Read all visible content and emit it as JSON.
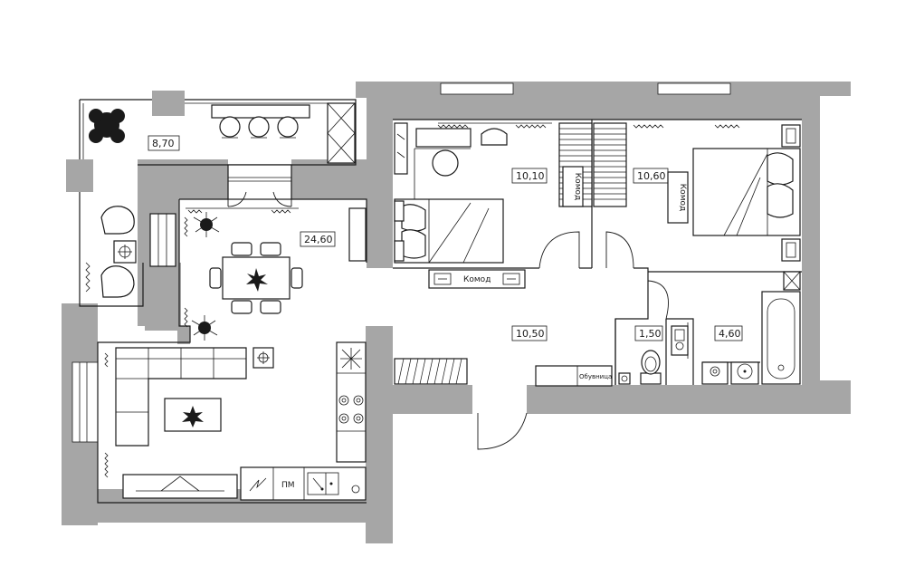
{
  "rooms": {
    "balcony": "8,70",
    "living": "24,60",
    "bedroom_left": "10,10",
    "bedroom_right": "10,60",
    "hall": "10,50",
    "wc": "1,50",
    "bath": "4,60"
  },
  "labels": {
    "dresser_hall": "Комод",
    "dresser_left": "Комод",
    "dresser_right": "Комод",
    "shoe_rack": "Обувница",
    "dishwasher": "ПМ"
  },
  "colors": {
    "wall": "#a6a6a6",
    "line": "#1a1a1a",
    "background": "#ffffff"
  },
  "icons": {
    "plant": "plant-icon",
    "lamp": "lamp-icon",
    "stove": "stove-icon",
    "sink": "sink-icon",
    "toilet": "toilet-icon",
    "bathtub": "bathtub-icon"
  }
}
